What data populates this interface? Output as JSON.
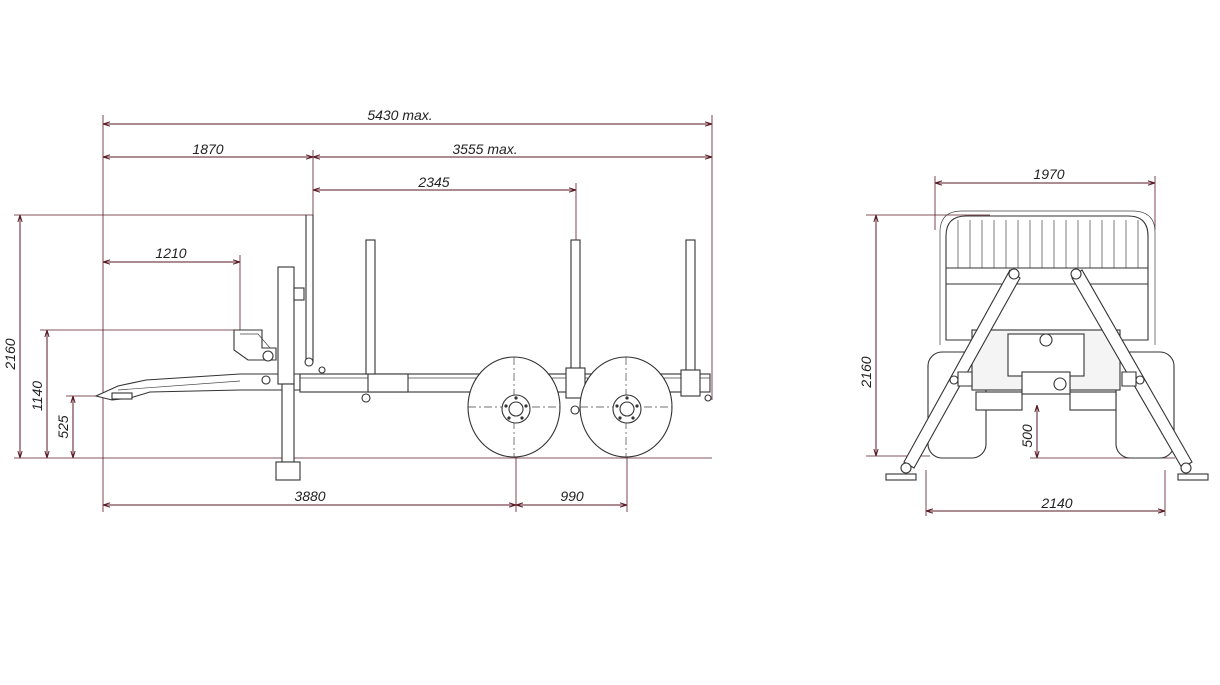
{
  "side_view": {
    "dim_total_length": "5430 max.",
    "dim_front": "1870",
    "dim_rear": "3555 max.",
    "dim_stake_spacing": "2345",
    "dim_drawbar": "1210",
    "dim_height_total": "2160",
    "dim_height_drawbar": "1140",
    "dim_height_hitch": "525",
    "dim_axle_position": "3880",
    "dim_wheelbase": "990"
  },
  "rear_view": {
    "dim_frame_width": "1970",
    "dim_height_total": "2160",
    "dim_ground_clearance": "500",
    "dim_outrigger_width": "2140"
  }
}
